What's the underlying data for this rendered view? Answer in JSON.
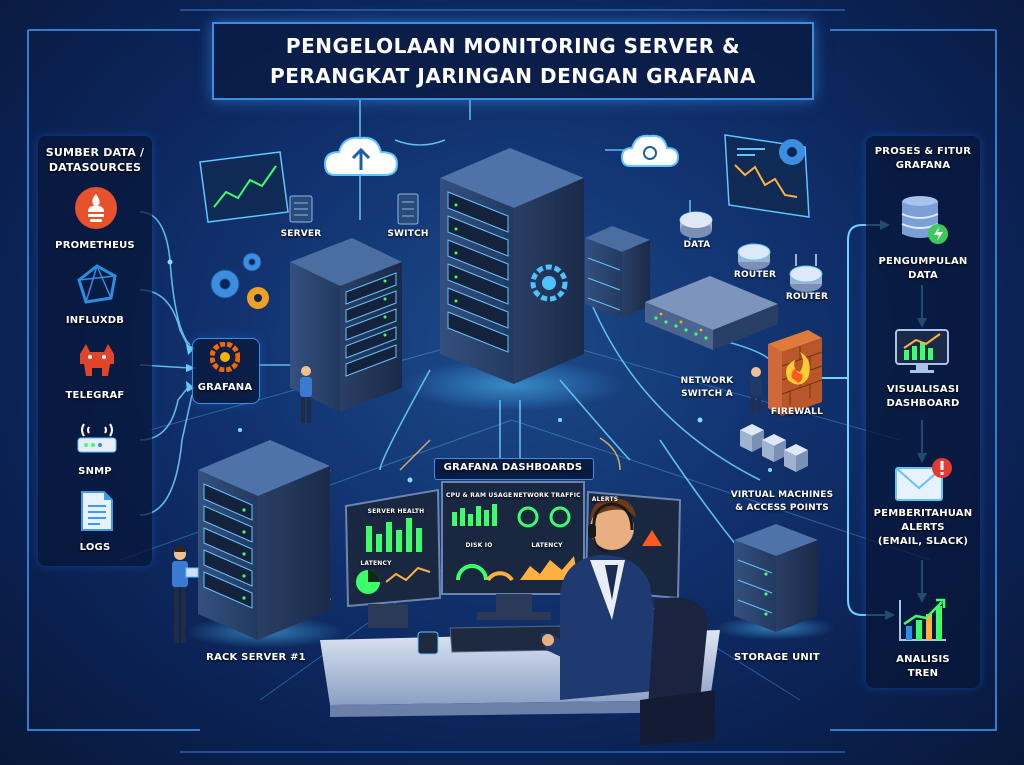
{
  "title": {
    "line1": "PENGELOLAAN MONITORING SERVER &",
    "line2": "PERANGKAT JARINGAN DENGAN GRAFANA"
  },
  "datasources": {
    "heading_line1": "SUMBER DATA /",
    "heading_line2": "DATASOURCES",
    "items": [
      {
        "label": "PROMETHEUS",
        "icon": "prometheus-icon",
        "color": "#e6522c"
      },
      {
        "label": "INFLUXDB",
        "icon": "influxdb-icon",
        "color": "#2a8fe0"
      },
      {
        "label": "TELEGRAF",
        "icon": "telegraf-icon",
        "color": "#e0452b"
      },
      {
        "label": "SNMP",
        "icon": "router-icon",
        "color": "#ffffff"
      },
      {
        "label": "LOGS",
        "icon": "document-icon",
        "color": "#3d9be9"
      }
    ]
  },
  "grafana_node": {
    "label": "GRAFANA",
    "color": "#f46800"
  },
  "devices": {
    "server": "SERVER",
    "switch": "SWITCH",
    "data": "DATA",
    "router_1": "ROUTER",
    "router_2": "ROUTER",
    "network_switch_line1": "NETWORK",
    "network_switch_line2": "SWITCH A",
    "firewall": "FIREWALL",
    "vm_line1": "VIRTUAL MACHINES",
    "vm_line2": "& ACCESS POINTS",
    "rack_server": "RACK SERVER #1",
    "storage": "STORAGE UNIT"
  },
  "dashboards": {
    "heading": "GRAFANA DASHBOARDS",
    "panels": {
      "server_health": "SERVER HEALTH",
      "latency_left": "LATENCY",
      "cpu_ram": "CPU & RAM USAGE",
      "network_traffic": "NETWORK TRAFFIC",
      "disk_io": "DISK IO",
      "latency": "LATENCY",
      "alerts": "ALERTS"
    }
  },
  "features": {
    "heading_line1": "PROSES & FITUR",
    "heading_line2": "GRAFANA",
    "steps": [
      {
        "line1": "PENGUMPULAN",
        "line2": "DATA",
        "icon": "database-icon"
      },
      {
        "line1": "VISUALISASI",
        "line2": "DASHBOARD",
        "icon": "monitor-chart-icon"
      },
      {
        "line1": "PEMBERITAHUAN",
        "line2": "ALERTS",
        "line3": "(EMAIL, SLACK)",
        "icon": "email-alert-icon"
      },
      {
        "line1": "ANALISIS",
        "line2": "TREN",
        "icon": "trend-chart-icon"
      }
    ]
  },
  "colors": {
    "accent": "#3d8ee0",
    "glow": "#5fc4ff",
    "led_green": "#3cff6a",
    "alert_red": "#e53935",
    "grafana_orange": "#f46800"
  }
}
